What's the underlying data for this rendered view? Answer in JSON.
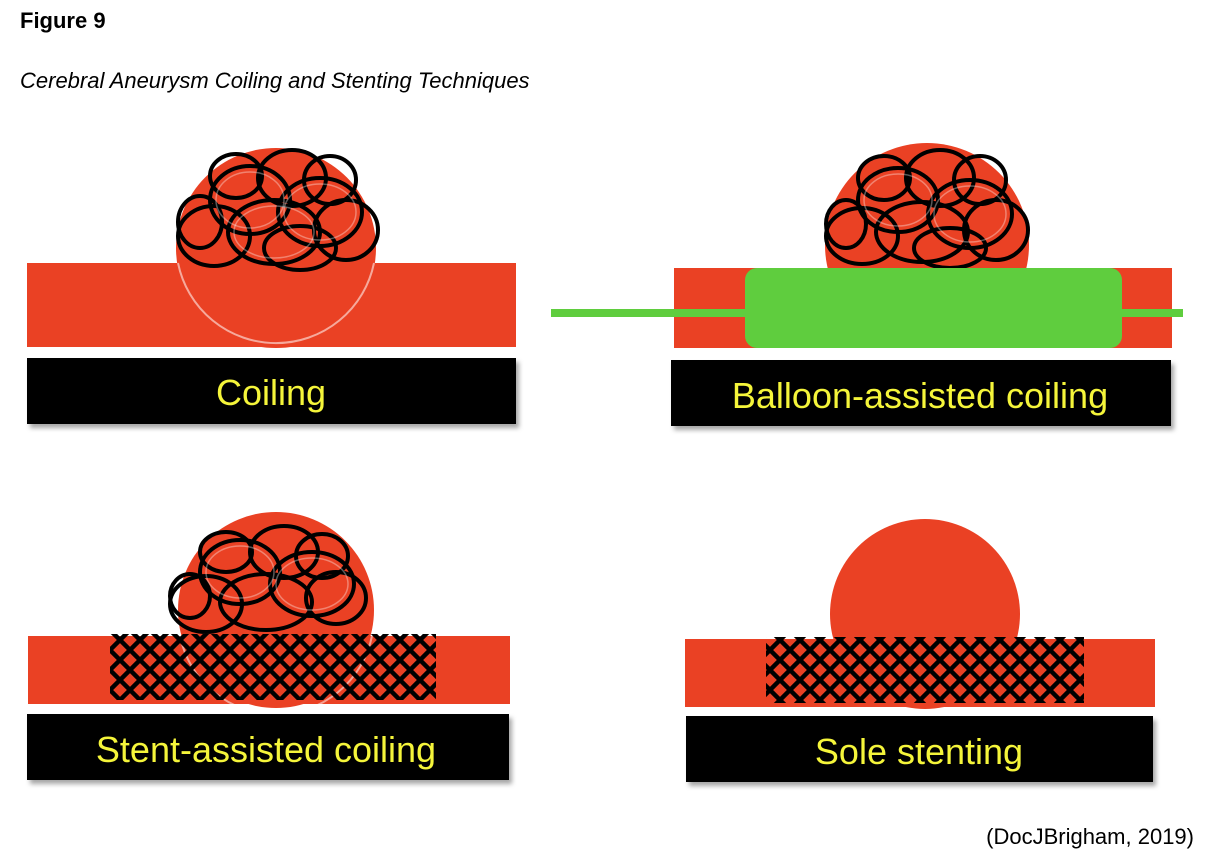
{
  "figure": {
    "label": "Figure 9",
    "title": "Cerebral Aneurysm Coiling and Stenting Techniques",
    "credit": "(DocJBrigham, 2019)"
  },
  "panels": [
    {
      "id": "coiling",
      "label": "Coiling"
    },
    {
      "id": "balloon",
      "label": "Balloon-assisted coiling"
    },
    {
      "id": "stent",
      "label": "Stent-assisted coiling"
    },
    {
      "id": "sole",
      "label": "Sole stenting"
    }
  ],
  "colors": {
    "vessel": "#ea4124",
    "coil": "#000000",
    "balloon": "#5fcd3e",
    "label_band": "#000000",
    "label_text": "#f5f53a"
  }
}
